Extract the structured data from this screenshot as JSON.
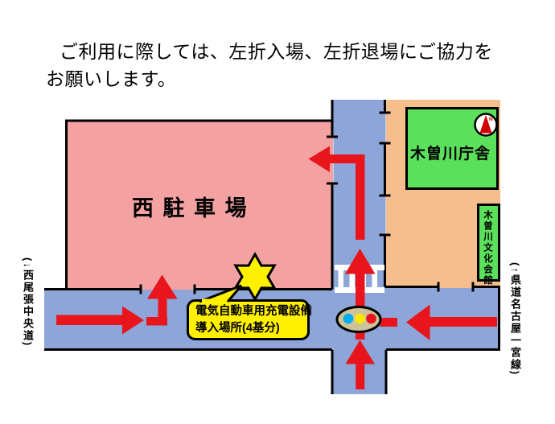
{
  "title": {
    "line1": "ご利用に際しては、左折入場、左折退場にご協力を",
    "line2": "お願いします。"
  },
  "map": {
    "parking": {
      "label": "西 駐 車 場"
    },
    "buildings": {
      "office": {
        "label": "木曽川庁舎"
      },
      "culture_hall": {
        "label": "木曽川文化会館"
      }
    },
    "roads": {
      "left": {
        "label": "(↓西尾張中央道)"
      },
      "right": {
        "label": "(↑県道名古屋一宮線)"
      }
    },
    "callout": {
      "line1": "電気自動車用充電設備",
      "line2": "導入場所(4基分)"
    },
    "compass": {
      "label": "N"
    }
  },
  "colors": {
    "road": "#8da5d8",
    "parking": "#f3a1a1",
    "campus": "#f6be8d",
    "building": "#5be05b",
    "highlight_yellow": "#fff000",
    "arrow_red": "#e8161c",
    "signal_body": "#cdc49a",
    "signal_lights": [
      "#00aeef",
      "#ffe800",
      "#e8161c"
    ]
  }
}
